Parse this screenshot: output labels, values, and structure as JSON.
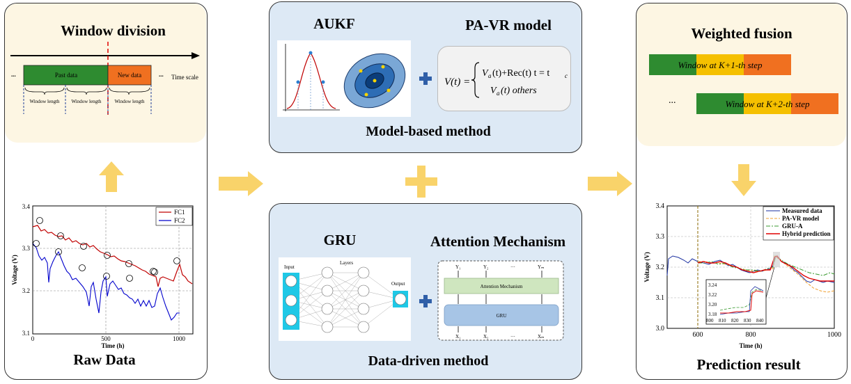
{
  "left_panel": {
    "window_title": "Window division",
    "past_data": "Past data",
    "new_data": "New data",
    "time_scale": "Time scale",
    "window_length": "Window length",
    "ellipsis": "...",
    "bottom_title": "Raw Data"
  },
  "raw_chart": {
    "ylabel": "Voltage (V)",
    "xlabel": "Time (h)",
    "yticks": [
      "3.4",
      "3.3",
      "3.2",
      "3.1"
    ],
    "xticks": [
      "0",
      "500",
      "1000"
    ],
    "legend": [
      "FC1",
      "FC2"
    ]
  },
  "middle_panel": {
    "aukf_title": "AUKF",
    "pavr_title": "PA-VR model",
    "model_caption": "Model-based method",
    "gru_title": "GRU",
    "attention_title": "Attention Mechanism",
    "data_caption": "Data-driven method",
    "equation_lhs": "V(t) =",
    "equation_row1": "V",
    "equation_row1_rest": "(t)+Rec(t)   t = t",
    "equation_row2": "V",
    "equation_row2_rest": "(t)      others",
    "nn_input": "Input",
    "nn_layers": "Layers",
    "nn_output": "Output",
    "attention_layer": "Attention Mechanism",
    "gru_layer": "GRU"
  },
  "right_panel": {
    "fusion_title": "Weighted fusion",
    "window1": "Window at K+1-th step",
    "window2": "Window at K+2-th step",
    "ellipsis": "...",
    "bottom_title": "Prediction result"
  },
  "pred_chart": {
    "ylabel": "Voltage (V)",
    "xlabel": "Time (h)",
    "yticks": [
      "3.4",
      "3.3",
      "3.2",
      "3.1",
      "3.0"
    ],
    "xticks": [
      "600",
      "800",
      "1000"
    ],
    "legend": [
      "Measured data",
      "PA-VR model",
      "GRU-A",
      "Hybrid prediction"
    ],
    "inset_yticks": [
      "3.24",
      "3.22",
      "3.20",
      "3.18"
    ],
    "inset_xticks": [
      "800",
      "810",
      "820",
      "830",
      "840"
    ]
  },
  "colors": {
    "green": "#2e8b30",
    "yellow": "#f5c000",
    "orange": "#f07020",
    "arrow": "#f9d36a",
    "panel_cream": "#fdf6e3",
    "panel_blue": "#dde9f5"
  }
}
